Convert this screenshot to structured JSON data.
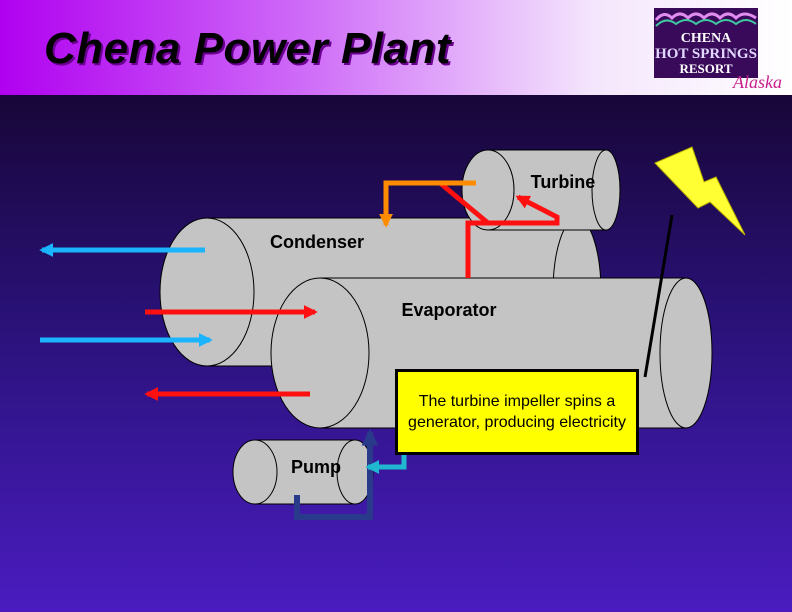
{
  "header": {
    "title": "Chena Power Plant"
  },
  "logo": {
    "line1": "CHENA",
    "line2": "HOT SPRINGS",
    "line3": "RESORT",
    "script": "Alaska"
  },
  "diagram": {
    "labels": {
      "turbine": "Turbine",
      "condenser": "Condenser",
      "evaporator": "Evaporator",
      "pump": "Pump"
    },
    "callout": "The turbine impeller spins a generator, producing electricity"
  },
  "colors": {
    "hot_arrow": "#ff1010",
    "cold_arrow": "#1ab4ff",
    "vapor_arrow": "#ff8c00",
    "pump_arrow": "#20b8d0",
    "pump_pipe": "#2a3a8a",
    "lightning": "#ffff33",
    "callout_bg": "#ffff00"
  }
}
